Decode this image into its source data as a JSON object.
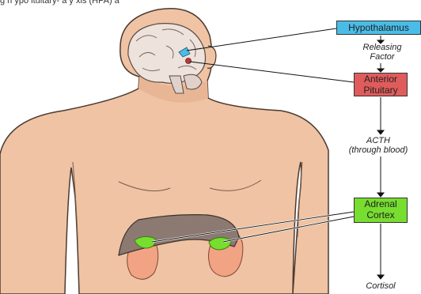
{
  "header_text": "g      h       ypo        ituitary-      a      y     xis (HPA) a",
  "boxes": {
    "hypothalamus": "Hypothalamus",
    "anterior_pituitary": [
      "Anterior",
      "Pituitary"
    ],
    "adrenal_cortex": [
      "Adrenal",
      "Cortex"
    ]
  },
  "labels": {
    "releasing_factor": [
      "Releasing",
      "Factor"
    ],
    "acth": [
      "ACTH",
      "(through blood)"
    ],
    "cortisol": "Cortisol"
  },
  "colors": {
    "skin": "#efc3a3",
    "skin_outline": "#4a3a32",
    "brain": "#ede2dc",
    "hypothalamus": "#49bde8",
    "pituitary": "#e05c5c",
    "adrenal": "#77dd2f",
    "liver": "#8c7a72",
    "kidney": "#f2a383"
  }
}
